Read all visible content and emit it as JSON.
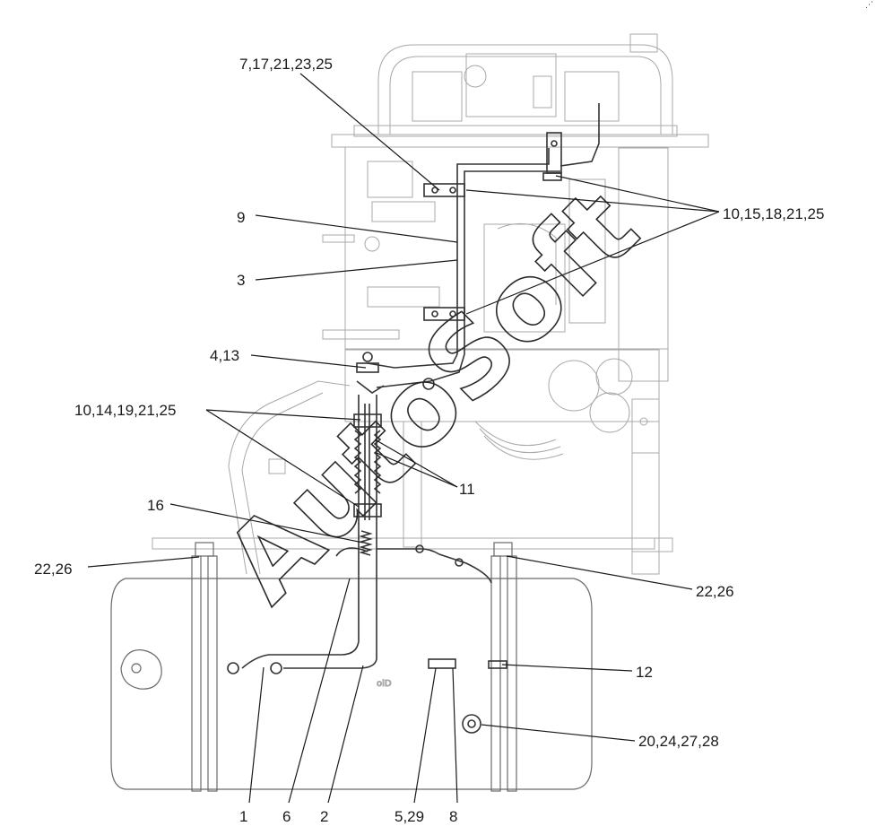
{
  "watermark": "AutoSoft",
  "callouts": {
    "c7_17": "7,17,21,23,25",
    "c9": "9",
    "c3": "3",
    "c10_15": "10,15,18,21,25",
    "c4_13": "4,13",
    "c10_14": "10,14,19,21,25",
    "c11": "11",
    "c16": "16",
    "c22_left": "22,26",
    "c22_right": "22,26",
    "c12": "12",
    "c20": "20,24,27,28",
    "c1": "1",
    "c6": "6",
    "c2": "2",
    "c5_29": "5,29",
    "c8": "8"
  }
}
